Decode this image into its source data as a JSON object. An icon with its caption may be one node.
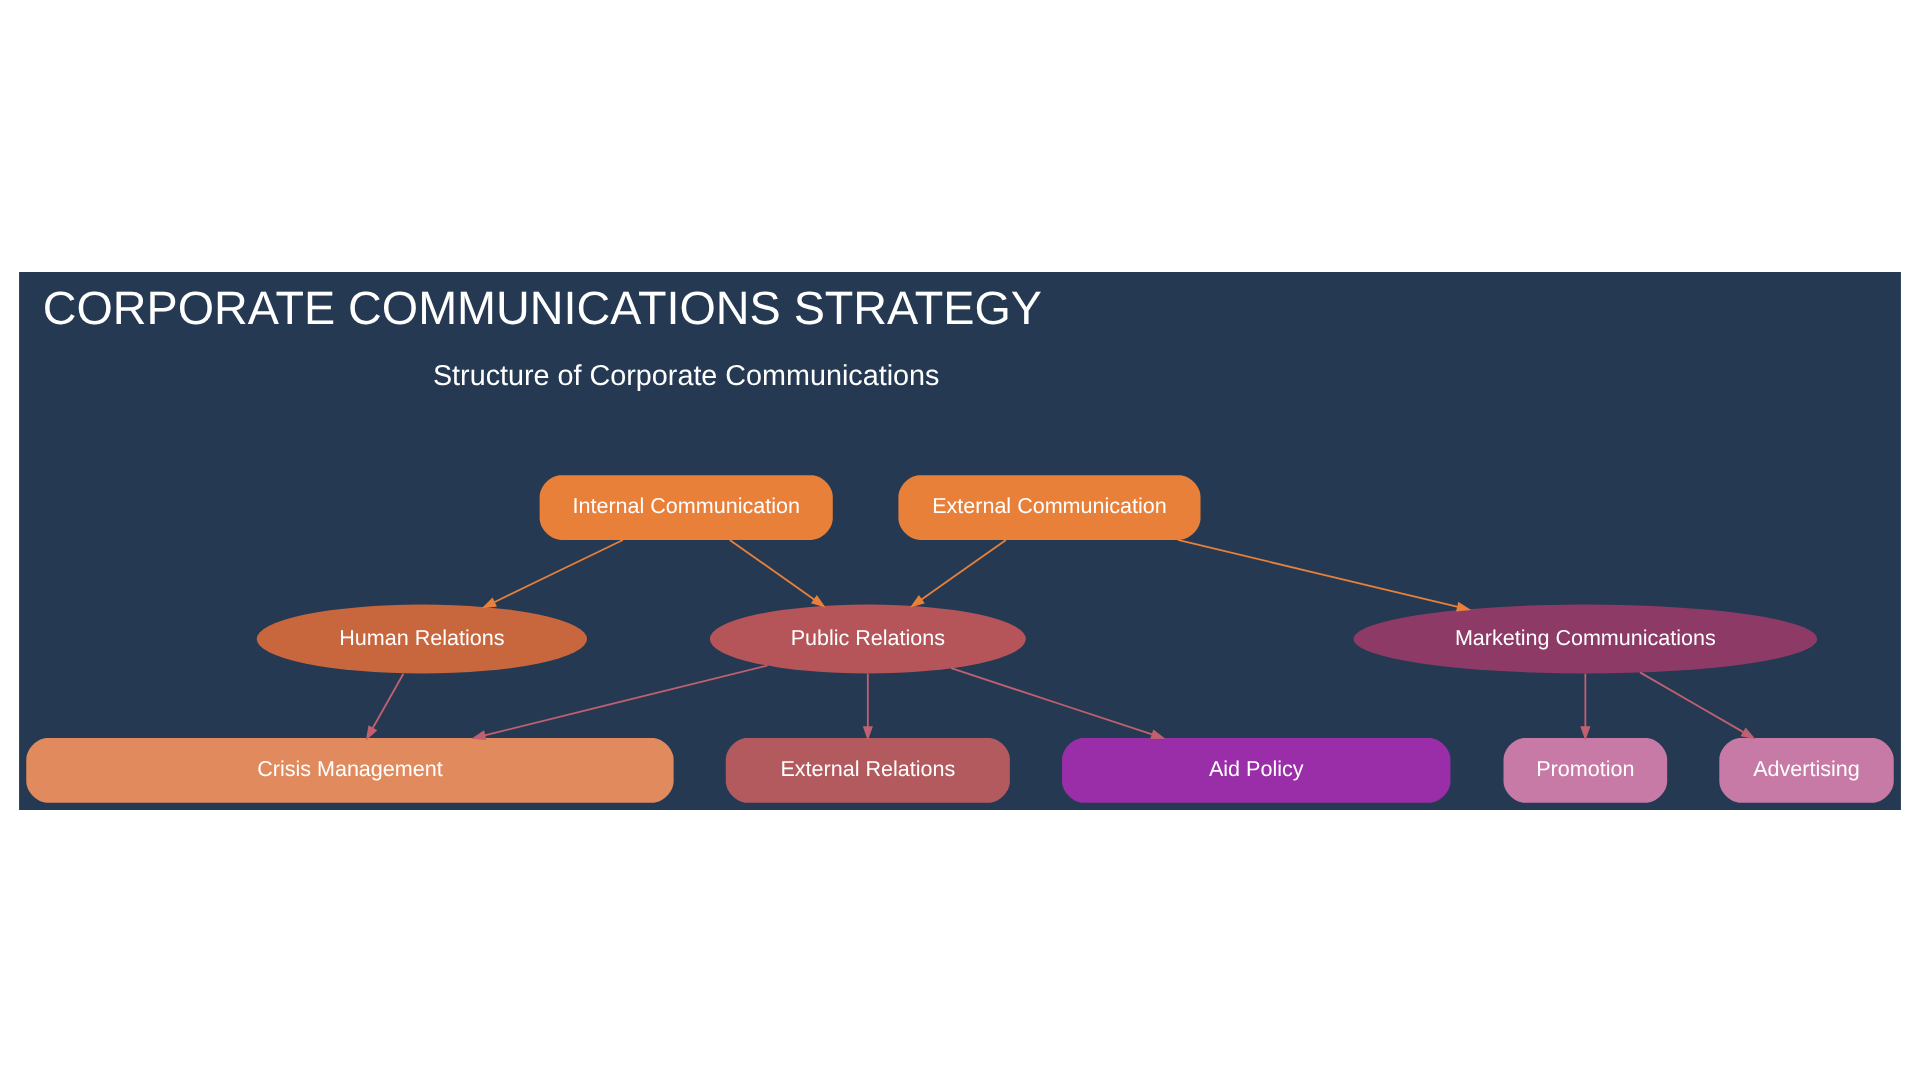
{
  "diagram": {
    "title": "CORPORATE COMMUNICATIONS STRATEGY",
    "nodes": [
      {
        "text": [
          "Internal Communication"
        ]
      },
      {
        "text": [
          "External Communication"
        ]
      },
      {
        "text": [
          "Human Relations"
        ]
      },
      {
        "text": [
          "Public Relations"
        ]
      },
      {
        "text": [
          "Marketing Communications"
        ]
      },
      {
        "text": [
          "Promotion"
        ]
      },
      {
        "text": [
          "Advertising"
        ]
      },
      {
        "text": [
          "External Relations"
        ]
      },
      {
        "text": [
          "Aid Policy"
        ]
      },
      {
        "text": [
          "Crisis Management"
        ]
      }
    ],
    "edges": [
      {
        "from": 0,
        "to": 2,
        "arrow": "to",
        "color": "#e8803a"
      },
      {
        "from": 0,
        "to": 3,
        "arrow": "to",
        "color": "#e8803a"
      },
      {
        "from": 1,
        "to": 3,
        "arrow": "to",
        "color": "#e8803a"
      },
      {
        "from": 1,
        "to": 4,
        "arrow": "to",
        "color": "#e8803a"
      },
      {
        "from": 4,
        "to": 5,
        "arrow": "to"
      },
      {
        "from": 4,
        "to": 6,
        "arrow": "to"
      },
      {
        "from": 2,
        "to": 9,
        "arrow": "to"
      },
      {
        "from": 3,
        "to": 9,
        "arrow": "to"
      },
      {
        "from": 3,
        "to": 8,
        "arrow": "to"
      },
      {
        "from": 3,
        "to": 7,
        "arrow": "to"
      }
    ],
    "labels": [
      "Structure of Corporate Communications"
    ]
  }
}
